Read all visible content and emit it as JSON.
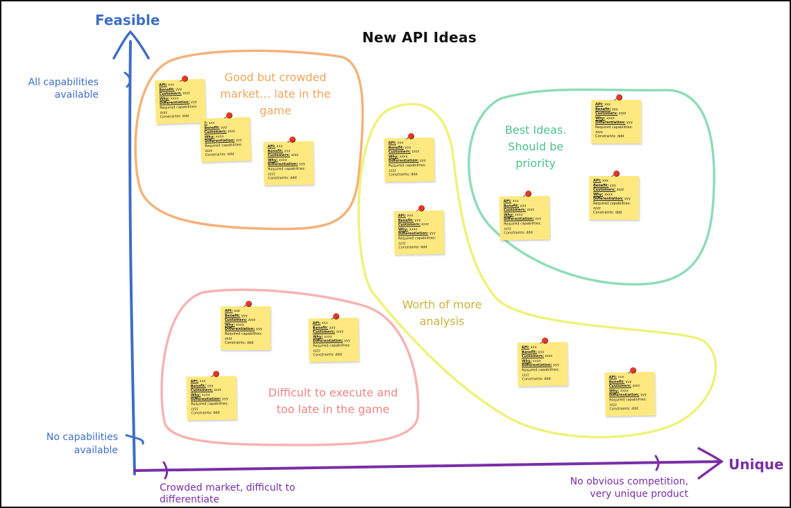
{
  "title": "New API Ideas",
  "axes": {
    "y_title": "Feasible",
    "y_high_label": "All capabilities available",
    "y_low_label": "No capabilities available",
    "x_title": "Unique",
    "x_low_label": "Crowded market, difficult to differentiate",
    "x_high_label": "No obvious competition, very unique product"
  },
  "clusters": {
    "orange": {
      "label": "Good but crowded market… late in the game",
      "color": "#f4b27a"
    },
    "green": {
      "label": "Best Ideas. Should be priority",
      "color": "#8fdcb7"
    },
    "yellow": {
      "label": "Worth of more analysis",
      "color": "#eef27a"
    },
    "pink": {
      "label": "Difficult to execute and too late in the game",
      "color": "#f6b3b3"
    }
  },
  "note": {
    "api": "API:",
    "api_val": "xxx",
    "benefit": "Benefit:",
    "benefit_val": "yyy",
    "customers": "Customers:",
    "customers_val": "zzzz",
    "why": "Why:",
    "why_val": "xxxx",
    "diff": "Differentiation:",
    "diff_val": "yyy",
    "req": "Required capabilities:",
    "req_val": "zzzz",
    "constraints": "Constraints:",
    "constraints_val": "ddd"
  },
  "note_alt": {
    "api": "?:",
    "api_val": "xxx"
  }
}
